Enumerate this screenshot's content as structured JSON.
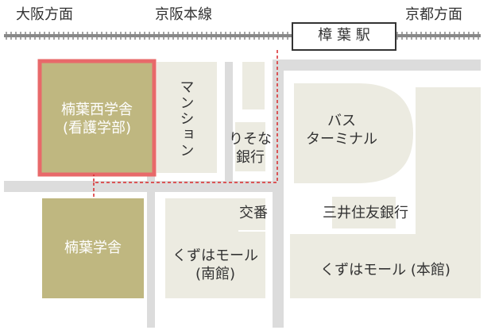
{
  "railway": {
    "line_name": "京阪本線",
    "to_west": "大阪方面",
    "to_east": "京都方面",
    "station": "樟 葉 駅"
  },
  "buildings": {
    "nishi_campus": {
      "line1": "楠葉西学舎",
      "line2": "(看護学部)",
      "highlighted": true
    },
    "campus": "楠葉学舎",
    "mansion": "マンション",
    "resona": {
      "line1": "りそな",
      "line2": "銀行"
    },
    "bus_terminal": {
      "line1": "バス",
      "line2": "ターミナル"
    },
    "koban": "交番",
    "mitsui_bank": "三井住友銀行",
    "kuzuha_south": {
      "line1": "くずはモール",
      "line2": "(南館)"
    },
    "kuzuha_main": "くずはモール (本館)"
  },
  "colors": {
    "road": "#dcdcdc",
    "block": "#ecebe1",
    "building": "#bfb780",
    "highlight_border": "#e8696a",
    "route": "#d9262a",
    "rail": "#888888"
  }
}
